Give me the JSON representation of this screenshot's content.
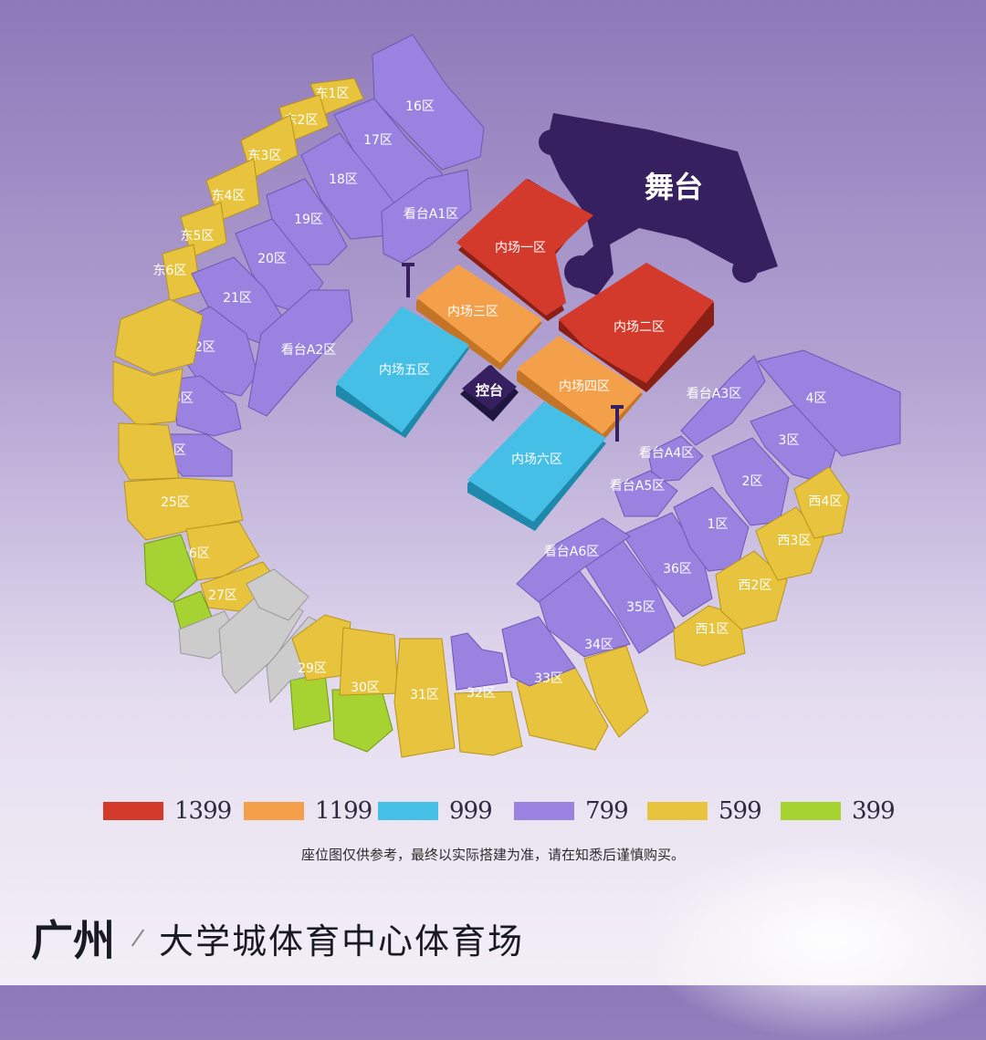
{
  "stage": {
    "label": "舞台"
  },
  "control": {
    "label": "控台"
  },
  "floor": {
    "zone1": "内场一区",
    "zone2": "内场二区",
    "zone3": "内场三区",
    "zone4": "内场四区",
    "zone5": "内场五区",
    "zone6": "内场六区"
  },
  "sections": {
    "east1": "东1区",
    "east2": "东2区",
    "east3": "东3区",
    "east4": "东4区",
    "east5": "东5区",
    "east6": "东6区",
    "s16": "16区",
    "s17": "17区",
    "s18": "18区",
    "s19": "19区",
    "s20": "20区",
    "s21": "21区",
    "s22": "22区",
    "s23": "23区",
    "s24": "24区",
    "s25": "25区",
    "s26": "26区",
    "s27": "27区",
    "s29": "29区",
    "s30": "30区",
    "s31": "31区",
    "s32": "32区",
    "s33": "33区",
    "s34": "34区",
    "s35": "35区",
    "s36": "36区",
    "s1": "1区",
    "s2": "2区",
    "s3": "3区",
    "s4": "4区",
    "west1": "西1区",
    "west2": "西2区",
    "west3": "西3区",
    "west4": "西4区",
    "standA1": "看台A1区",
    "standA2": "看台A2区",
    "standA3": "看台A3区",
    "standA4": "看台A4区",
    "standA5": "看台A5区",
    "standA6": "看台A6区"
  },
  "legend": [
    {
      "price": "1399",
      "color": "#d33a2c"
    },
    {
      "price": "1199",
      "color": "#f4a04a"
    },
    {
      "price": "999",
      "color": "#45bfe6"
    },
    {
      "price": "799",
      "color": "#9a83e0"
    },
    {
      "price": "599",
      "color": "#e7c33e"
    },
    {
      "price": "399",
      "color": "#a6d232"
    }
  ],
  "note": "座位图仅供参考，最终以实际搭建为准，请在知悉后谨慎购买。",
  "footer": {
    "city": "广州",
    "venue": "大学城体育中心体育场"
  }
}
